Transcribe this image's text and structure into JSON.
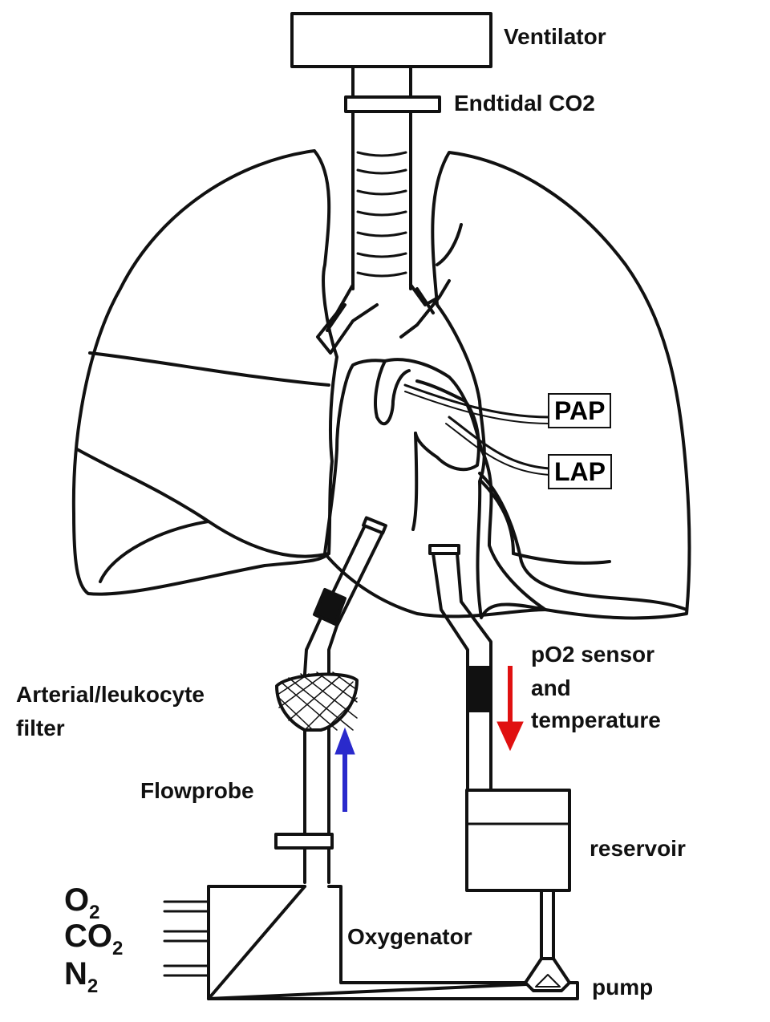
{
  "labels": {
    "ventilator": "Ventilator",
    "endtidal": "Endtidal CO2",
    "pap": "PAP",
    "lap": "LAP",
    "filter_line1": "Arterial/leukocyte",
    "filter_line2": "filter",
    "flowprobe": "Flowprobe",
    "po2_line1": "pO2 sensor",
    "po2_line2": "and",
    "po2_line3": "temperature",
    "reservoir": "reservoir",
    "oxygenator": "Oxygenator",
    "pump": "pump",
    "gas_o2": "O",
    "gas_o2_sub": "2",
    "gas_co2": "CO",
    "gas_co2_sub": "2",
    "gas_n2": "N",
    "gas_n2_sub": "2"
  },
  "colors": {
    "line": "#111111",
    "arrow_up": "#2a2acc",
    "arrow_down": "#e01010"
  }
}
